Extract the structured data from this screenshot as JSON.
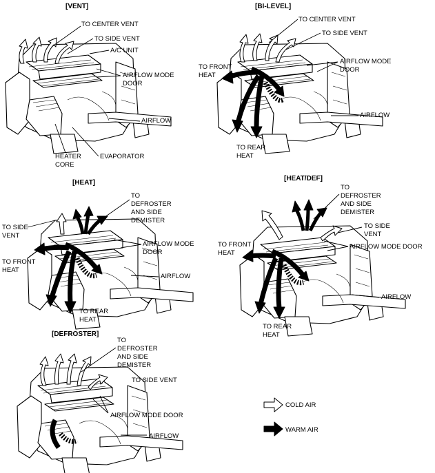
{
  "panels": {
    "vent": {
      "title": "[VENT]",
      "labels": {
        "center_vent": "TO CENTER VENT",
        "side_vent": "TO SIDE VENT",
        "ac_unit": "A/C UNIT",
        "door_1": "AIRFLOW MODE",
        "door_2": "DOOR",
        "airflow": "AIRFLOW",
        "heater_1": "HEATER",
        "heater_2": "CORE",
        "evaporator": "EVAPORATOR"
      }
    },
    "bilevel": {
      "title": "[BI-LEVEL]",
      "labels": {
        "center_vent": "TO CENTER VENT",
        "side_vent": "TO SIDE VENT",
        "front_1": "TO FRONT",
        "front_2": "HEAT",
        "door_1": "AIRFLOW MODE",
        "door_2": "DOOR",
        "airflow": "AIRFLOW",
        "rear_1": "TO REAR",
        "rear_2": "HEAT"
      }
    },
    "heat": {
      "title": "[HEAT]",
      "labels": {
        "def_1": "TO",
        "def_2": "DEFROSTER",
        "def_3": "AND SIDE",
        "def_4": "DEMISTER",
        "side_1": "TO SIDE",
        "side_2": "VENT",
        "door_1": "AIRFLOW MODE",
        "door_2": "DOOR",
        "front_1": "TO FRONT",
        "front_2": "HEAT",
        "airflow": "AIRFLOW",
        "rear_1": "TO REAR",
        "rear_2": "HEAT"
      }
    },
    "heatdef": {
      "title": "[HEAT/DEF]",
      "labels": {
        "def_1": "TO",
        "def_2": "DEFROSTER",
        "def_3": "AND SIDE",
        "def_4": "DEMISTER",
        "side_1": "TO SIDE",
        "side_2": "VENT",
        "door": "AIRFLOW MODE DOOR",
        "front_1": "TO FRONT",
        "front_2": "HEAT",
        "airflow": "AIRFLOW",
        "rear_1": "TO REAR",
        "rear_2": "HEAT"
      }
    },
    "defroster": {
      "title": "[DEFROSTER]",
      "labels": {
        "def_1": "TO",
        "def_2": "DEFROSTER",
        "def_3": "AND SIDE",
        "def_4": "DEMISTER",
        "side_vent": "TO SIDE VENT",
        "door": "AIRFLOW MODE DOOR",
        "airflow": "AIRFLOW"
      }
    }
  },
  "legend": {
    "cold": "COLD AIR",
    "warm": "WARM AIR"
  }
}
